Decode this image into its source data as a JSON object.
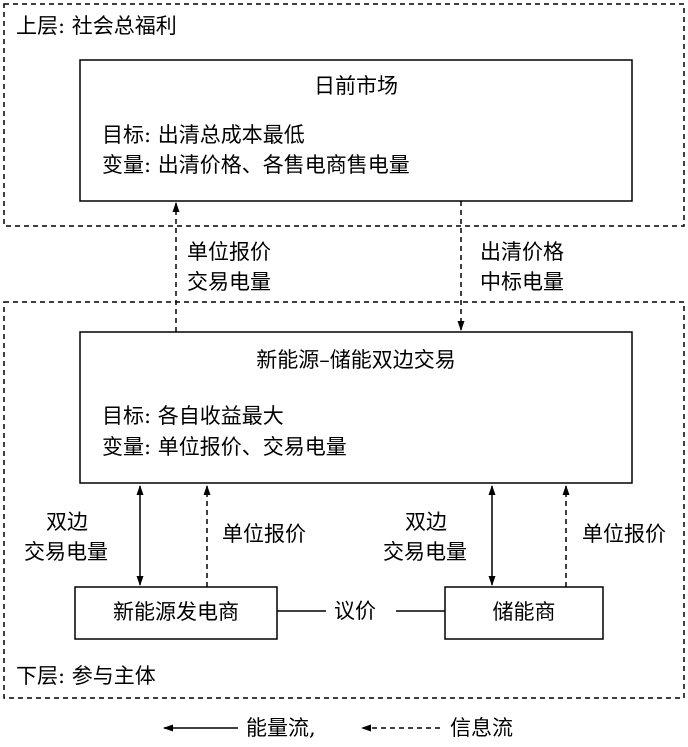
{
  "upper_layer": {
    "label": "上层: 社会总福利"
  },
  "lower_layer": {
    "label": "下层: 参与主体"
  },
  "day_ahead_market": {
    "title": "日前市场",
    "objective": "目标: 出清总成本最低",
    "variables": "变量: 出清价格、各售电商售电量"
  },
  "bilateral_trade": {
    "title": "新能源–储能双边交易",
    "objective": "目标: 各自收益最大",
    "variables": "变量: 单位报价、交易电量"
  },
  "flows": {
    "up_line1": "单位报价",
    "up_line2": "交易电量",
    "down_line1": "出清价格",
    "down_line2": "中标电量",
    "left_energy_line1": "双边",
    "left_energy_line2": "交易电量",
    "left_price": "单位报价",
    "right_energy_line1": "双边",
    "right_energy_line2": "交易电量",
    "right_price": "单位报价",
    "negotiation": "议价"
  },
  "renewable_producer": {
    "label": "新能源发电商"
  },
  "storage_operator": {
    "label": "储能商"
  },
  "legend": {
    "energy_flow": "能量流,",
    "info_flow": "信息流"
  }
}
